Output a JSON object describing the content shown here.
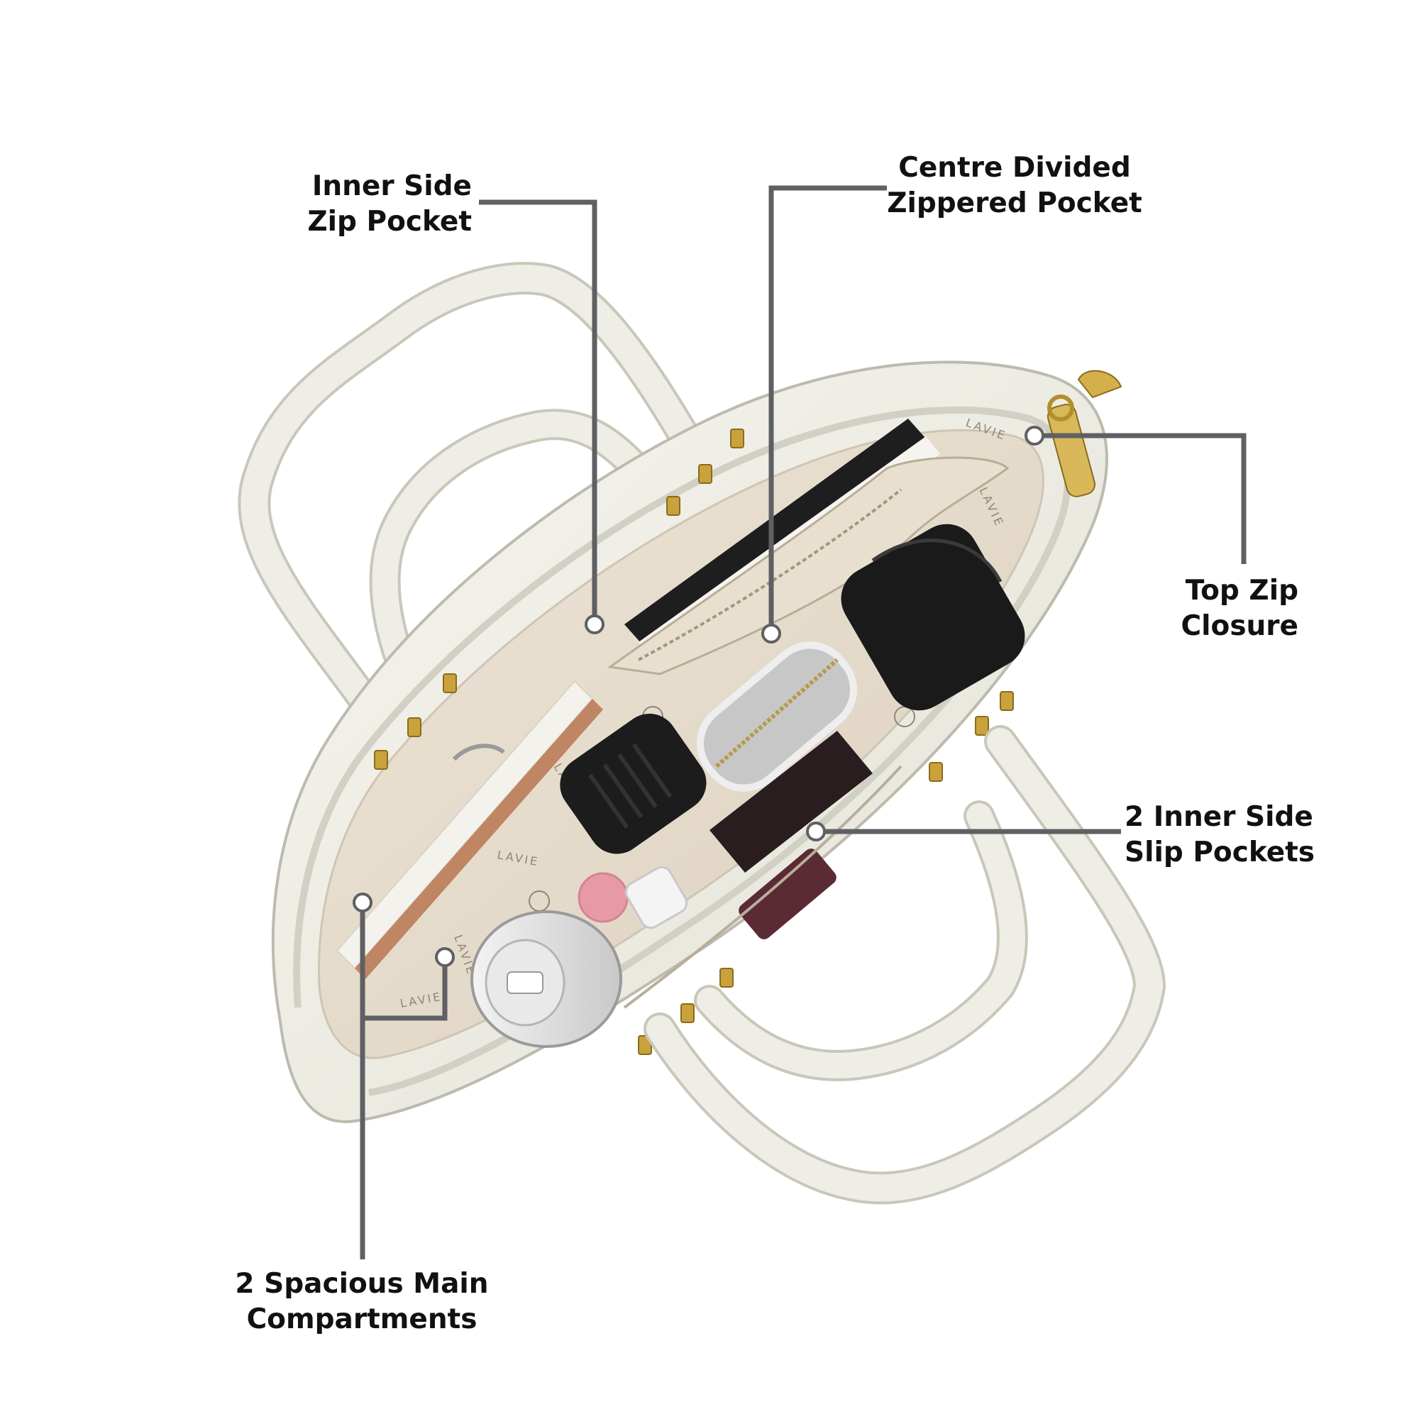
{
  "colors": {
    "background": "#ffffff",
    "leader_line": "#5f6063",
    "bag_body": "#eeede4",
    "bag_outline": "#c9c7ba",
    "lining": "#e6dccd",
    "hardware_gold": "#c9a23c",
    "label_text": "#111111"
  },
  "callouts": [
    {
      "id": "inner-side-zip-pocket",
      "lines": [
        "Inner Side",
        "Zip Pocket"
      ]
    },
    {
      "id": "centre-divided-zippered-pocket",
      "lines": [
        "Centre Divided",
        "Zippered Pocket"
      ]
    },
    {
      "id": "top-zip-closure",
      "lines": [
        "Top Zip",
        "Closure"
      ]
    },
    {
      "id": "inner-side-slip-pockets",
      "lines": [
        "2 Inner Side",
        "Slip Pockets"
      ]
    },
    {
      "id": "main-compartments",
      "lines": [
        "2 Spacious Main",
        "Compartments"
      ]
    }
  ],
  "brand_marks": [
    "LAVIE",
    "LAVIE",
    "LAVIE",
    "LAVIE",
    "LAVIE",
    "LAVIE"
  ]
}
